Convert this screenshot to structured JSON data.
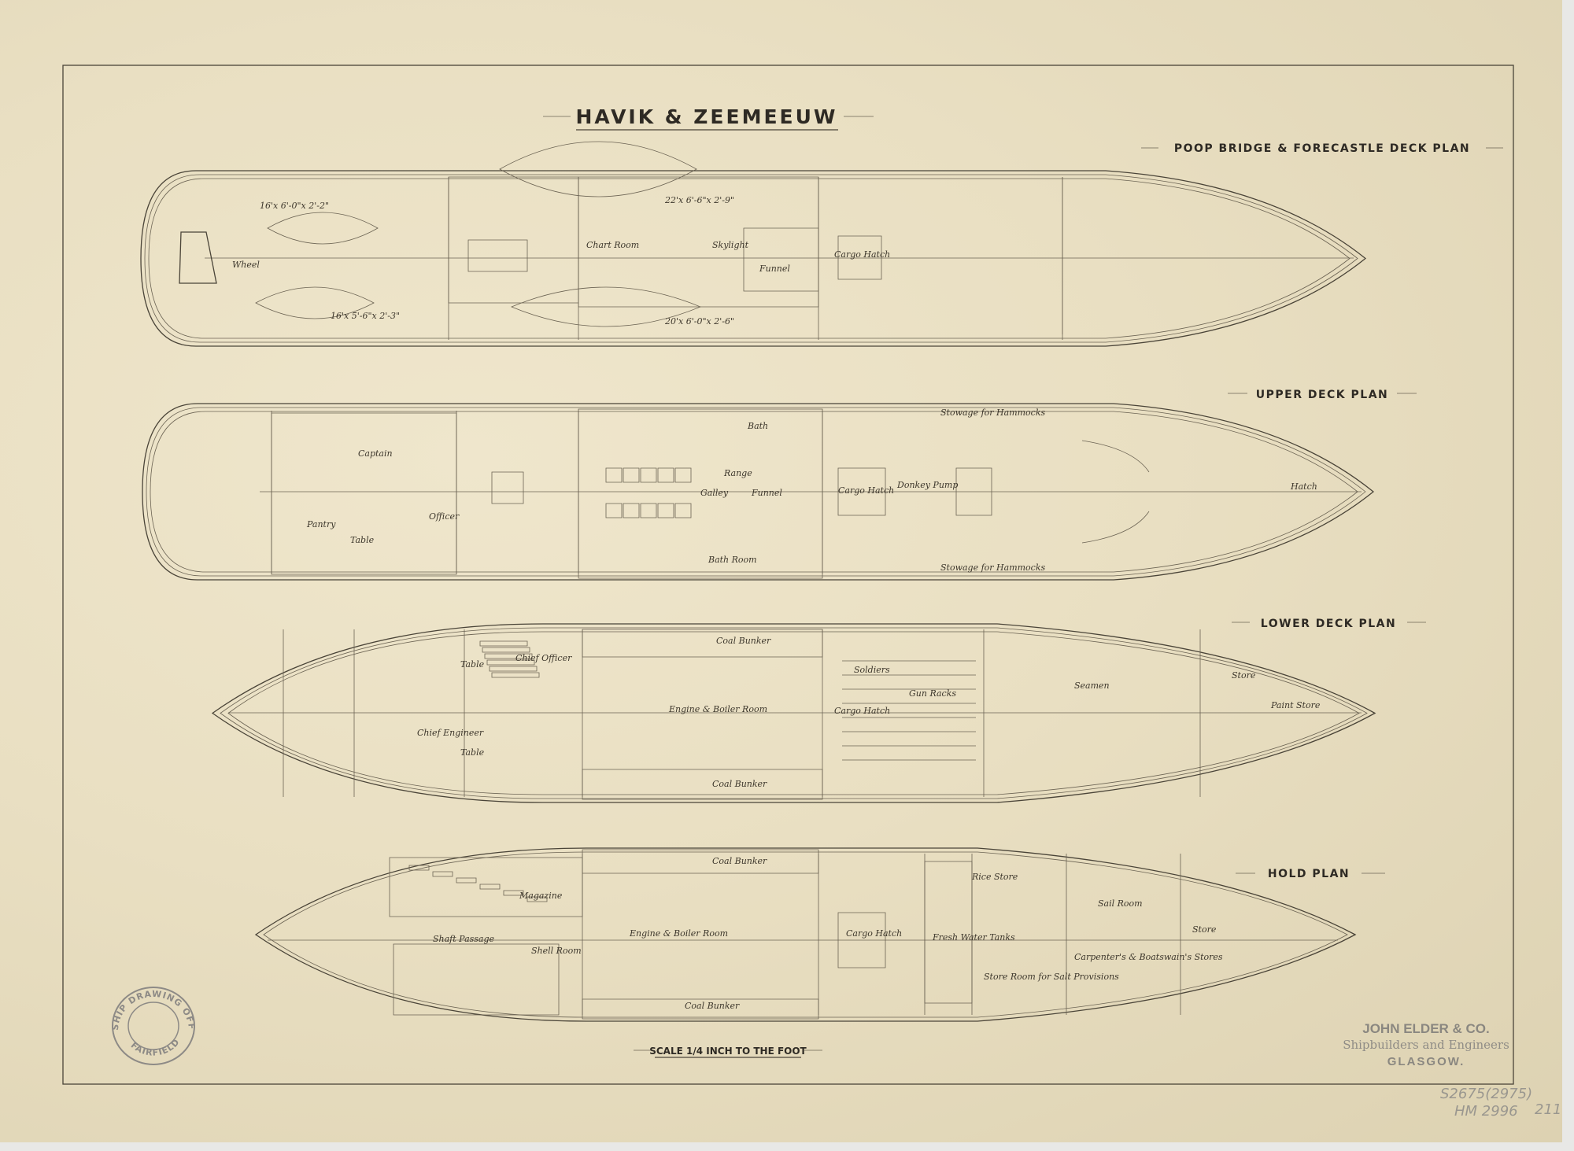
{
  "title": "HAVIK & ZEEMEEUW",
  "plans": {
    "poop": "POOP BRIDGE & FORECASTLE DECK PLAN",
    "upper": "UPPER DECK PLAN",
    "lower": "LOWER DECK PLAN",
    "hold": "HOLD PLAN"
  },
  "labels": {
    "poop": [
      "16'x 6'-0\"x 2'-2\"",
      "16'x 5'-6\"x 2'-3\"",
      "22'x 6'-6\"x 2'-9\"",
      "20'x 6'-0\"x 2'-6\"",
      "Funnel",
      "Skylight",
      "Cargo Hatch",
      "Chart Room",
      "Wheel"
    ],
    "upper": [
      "Captain",
      "Pantry",
      "Bath",
      "Galley",
      "Range",
      "Funnel",
      "Cargo Hatch",
      "Donkey Pump",
      "Bath Room",
      "Stowage for Hammocks",
      "Stowage for Hammocks",
      "Hatch",
      "Table",
      "Officer"
    ],
    "lower": [
      "Coal Bunker",
      "Engine & Boiler Room",
      "Coal Bunker",
      "Soldiers",
      "Cargo Hatch",
      "Gun Racks",
      "Seamen",
      "Paint Store",
      "Table",
      "Table",
      "Chief Officer",
      "Chief Engineer",
      "Store"
    ],
    "hold": [
      "Coal Bunker",
      "Engine & Boiler Room",
      "Coal Bunker",
      "Shaft Passage",
      "Magazine",
      "Shell Room",
      "Cargo Hatch",
      "Fresh Water Tanks",
      "Rice Store",
      "Store Room for Salt Provisions",
      "Sail Room",
      "Carpenter's & Boatswain's Stores",
      "Store"
    ]
  },
  "scale": "SCALE 1/4 INCH TO THE FOOT",
  "stamp": {
    "top": "SHIP DRAWING OFFICE",
    "bottom": "FAIRFIELD"
  },
  "maker": {
    "name": "JOHN ELDER & CO.",
    "tagline": "Shipbuilders and Engineers",
    "city": "GLASGOW."
  },
  "pencil": {
    "ref1": "S2675(2975)",
    "ref2": "HM 2996",
    "sheet": "211"
  }
}
